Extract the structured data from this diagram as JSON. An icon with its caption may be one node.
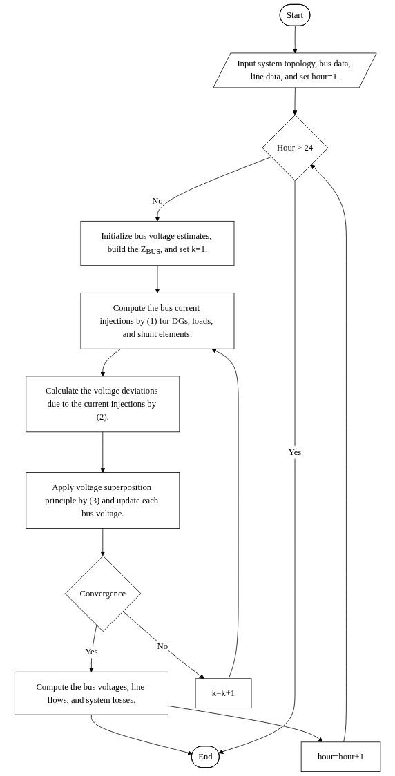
{
  "diagram": {
    "nodes": [
      {
        "text": [
          "Start"
        ]
      },
      {
        "text": [
          "Input system topology, bus data, line data, and set hour=1."
        ]
      },
      {
        "text": [
          "Hour > 24"
        ]
      },
      {
        "text": [
          "Initialize bus voltage estimates, build the Z$_{BUS}$, and set k=1."
        ]
      },
      {
        "text": [
          "Compute the bus current injections by (1) for DGs, loads, and shunt elements."
        ]
      },
      {
        "text": [
          "Calculate the voltage deviations due to the current injections by (2)."
        ]
      },
      {
        "text": [
          "Apply voltage superposition principle by (3) and update each bus voltage."
        ]
      },
      {
        "text": [
          "Convergence"
        ]
      },
      {
        "text": [
          "Compute the bus voltages, line flows, and system losses."
        ]
      },
      {
        "text": [
          "End"
        ]
      },
      {
        "text": [
          "hour=hour+1"
        ]
      },
      {
        "text": [
          "k=k+1"
        ]
      }
    ],
    "edges": [
      {
        "from": 0,
        "to": 1,
        "arrow": "to"
      },
      {
        "from": 1,
        "to": 2,
        "arrow": "to"
      },
      {
        "from": 2,
        "to": 3,
        "arrow": "to",
        "label": "No"
      },
      {
        "from": 3,
        "to": 4,
        "arrow": "to"
      },
      {
        "from": 4,
        "to": 5,
        "arrow": "to"
      },
      {
        "from": 5,
        "to": 6,
        "arrow": "to"
      },
      {
        "from": 6,
        "to": 7,
        "arrow": "to"
      },
      {
        "from": 7,
        "to": 11,
        "arrow": "to",
        "label": "No"
      },
      {
        "from": 11,
        "to": 4,
        "arrow": "to"
      },
      {
        "from": 7,
        "to": 8,
        "arrow": "to",
        "label": "Yes"
      },
      {
        "from": 8,
        "to": 9,
        "arrow": "to"
      },
      {
        "from": 2,
        "to": 9,
        "arrow": "to",
        "label": "Yes"
      },
      {
        "from": 8,
        "to": 10,
        "arrow": "to"
      },
      {
        "from": 10,
        "to": 2,
        "arrow": "to"
      }
    ]
  }
}
